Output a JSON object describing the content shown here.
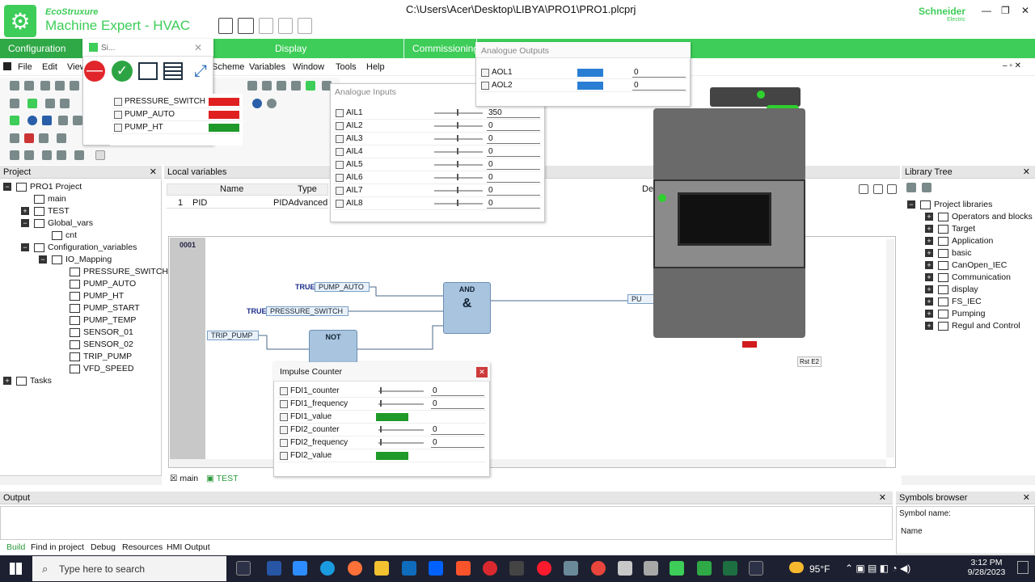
{
  "app": {
    "brand_top": "EcoStruxure",
    "brand_name": "Machine Expert - HVAC",
    "window_title": "C:\\Users\\Acer\\Desktop\\LIBYA\\PRO1\\PRO1.plcprj",
    "vendor": "Schneider",
    "vendor_sub": "Electric"
  },
  "green_tabs": [
    "Configuration",
    "Display",
    "Commissioning"
  ],
  "menu": [
    "File",
    "Edit",
    "View",
    "Scheme",
    "Variables",
    "Window",
    "Tools",
    "Help"
  ],
  "sim_window": {
    "title": "Si...",
    "rows": [
      {
        "name": "PRESSURE_SWITCH",
        "color": "#e02020"
      },
      {
        "name": "PUMP_AUTO",
        "color": "#e02020"
      },
      {
        "name": "PUMP_HT",
        "color": "#1f9a2a"
      }
    ]
  },
  "project": {
    "header": "Project",
    "tree": [
      {
        "label": "PRO1 Project",
        "level": 0,
        "pm": "-"
      },
      {
        "label": "main",
        "level": 1,
        "pm": ""
      },
      {
        "label": "TEST",
        "level": 1,
        "pm": "+"
      },
      {
        "label": "Global_vars",
        "level": 1,
        "pm": "-"
      },
      {
        "label": "cnt",
        "level": 2,
        "pm": ""
      },
      {
        "label": "Configuration_variables",
        "level": 1,
        "pm": "-"
      },
      {
        "label": "IO_Mapping",
        "level": 2,
        "pm": "-"
      },
      {
        "label": "PRESSURE_SWITCH",
        "level": 3,
        "pm": ""
      },
      {
        "label": "PUMP_AUTO",
        "level": 3,
        "pm": ""
      },
      {
        "label": "PUMP_HT",
        "level": 3,
        "pm": ""
      },
      {
        "label": "PUMP_START",
        "level": 3,
        "pm": ""
      },
      {
        "label": "PUMP_TEMP",
        "level": 3,
        "pm": ""
      },
      {
        "label": "SENSOR_01",
        "level": 3,
        "pm": ""
      },
      {
        "label": "SENSOR_02",
        "level": 3,
        "pm": ""
      },
      {
        "label": "TRIP_PUMP",
        "level": 3,
        "pm": ""
      },
      {
        "label": "VFD_SPEED",
        "level": 3,
        "pm": ""
      },
      {
        "label": "Tasks",
        "level": 0,
        "pm": "+"
      }
    ]
  },
  "local_vars": {
    "header": "Local variables",
    "col_name": "Name",
    "col_type": "Type",
    "col_desc": "De",
    "row_num": "1",
    "row_name": "PID",
    "row_type": "PIDAdvanced"
  },
  "analogue_inputs": {
    "title": "Analogue Inputs",
    "rows": [
      {
        "name": "AIL1",
        "value": "350"
      },
      {
        "name": "AIL2",
        "value": "0"
      },
      {
        "name": "AIL3",
        "value": "0"
      },
      {
        "name": "AIL4",
        "value": "0"
      },
      {
        "name": "AIL5",
        "value": "0"
      },
      {
        "name": "AIL6",
        "value": "0"
      },
      {
        "name": "AIL7",
        "value": "0"
      },
      {
        "name": "AIL8",
        "value": "0"
      }
    ]
  },
  "analogue_outputs": {
    "title": "Analogue Outputs",
    "rows": [
      {
        "name": "AOL1",
        "value": "0"
      },
      {
        "name": "AOL2",
        "value": "0"
      }
    ]
  },
  "editor": {
    "network": "0001",
    "true_label": "TRUE",
    "pins": [
      "PUMP_AUTO",
      "PRESSURE_SWITCH",
      "TRIP_PUMP",
      "PU"
    ],
    "and_title": "AND",
    "and_symbol": "&",
    "not_title": "NOT",
    "tabs": [
      "main",
      "TEST"
    ]
  },
  "impulse": {
    "title": "Impulse Counter",
    "rows": [
      {
        "name": "FDI1_counter",
        "kind": "slider",
        "value": "0"
      },
      {
        "name": "FDI1_frequency",
        "kind": "slider",
        "value": "0"
      },
      {
        "name": "FDI1_value",
        "kind": "bar",
        "value": ""
      },
      {
        "name": "FDI2_counter",
        "kind": "slider",
        "value": "0"
      },
      {
        "name": "FDI2_frequency",
        "kind": "slider",
        "value": "0"
      },
      {
        "name": "FDI2_value",
        "kind": "bar",
        "value": ""
      }
    ]
  },
  "device": {
    "rst_label": "Rst E2"
  },
  "library": {
    "header": "Library Tree",
    "root": "Project libraries",
    "items": [
      "Operators and blocks",
      "Target",
      "Application",
      "basic",
      "CanOpen_IEC",
      "Communication",
      "display",
      "FS_IEC",
      "Pumping",
      "Regul and Control"
    ]
  },
  "output": {
    "header": "Output",
    "tabs": [
      "Build",
      "Find in project",
      "Debug",
      "Resources",
      "HMI Output"
    ]
  },
  "symbols": {
    "header": "Symbols browser",
    "symbol_label": "Symbol name:",
    "name_label": "Name"
  },
  "taskbar": {
    "search": "Type here to search",
    "temp": "95°F",
    "time": "3:12 PM",
    "date": "9/28/2023"
  },
  "colors": {
    "accent": "#3dcd58",
    "fb_blue": "#a9c4df",
    "red": "#e02020",
    "green": "#1f9a2a",
    "bar_blue": "#2a7fd4"
  }
}
